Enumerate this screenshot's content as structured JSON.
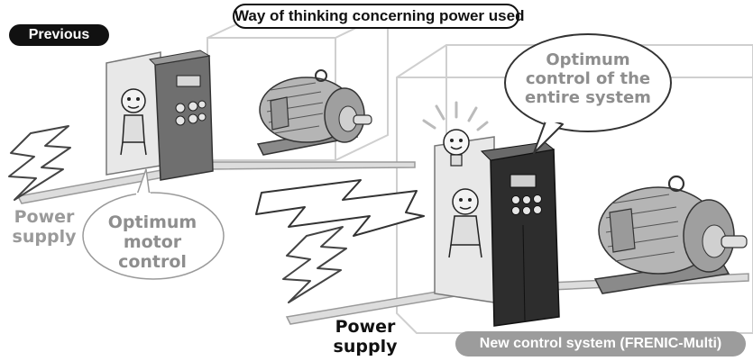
{
  "header": {
    "title": "Way of thinking concerning power used",
    "previous_label": "Previous"
  },
  "labels": {
    "power_supply_left": [
      "Power",
      "supply"
    ],
    "power_supply_right": [
      "Power",
      "supply"
    ],
    "optimum_motor_control": [
      "Optimum",
      "motor",
      "control"
    ],
    "optimum_system_control": [
      "Optimum",
      "control of the",
      "entire system"
    ]
  },
  "footer": {
    "new_system_label": "New control system (FRENIC-Multi)"
  },
  "icons": {
    "lightning": "lightning-bolt-icon",
    "inverter": "inverter-icon",
    "motor": "electric-motor-icon",
    "light_bulb": "light-bulb-icon",
    "character": "worker-character-icon"
  },
  "colors": {
    "ink": "#111111",
    "grey_text": "#8e8e8e",
    "pill_grey": "#9c9c9c",
    "box_line": "#cfcfcf"
  }
}
